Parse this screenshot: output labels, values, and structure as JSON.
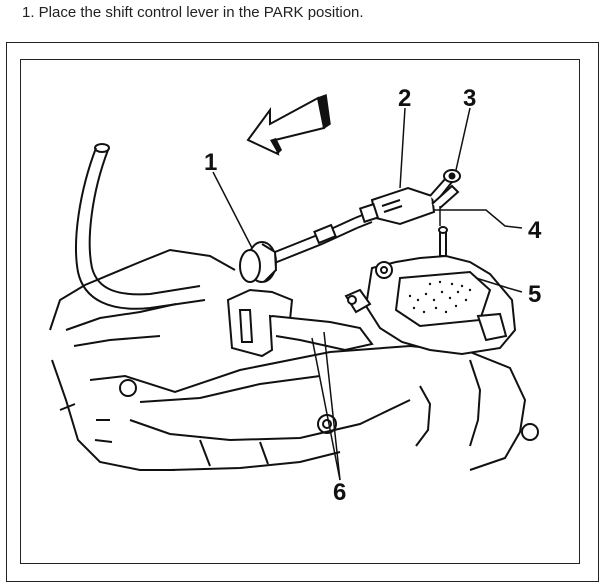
{
  "instruction": {
    "text": "1. Place the shift control lever in the PARK position."
  },
  "figure": {
    "callouts": {
      "c1": "1",
      "c2": "2",
      "c3": "3",
      "c4": "4",
      "c5": "5",
      "c6": "6"
    },
    "line_color": "#111111"
  }
}
